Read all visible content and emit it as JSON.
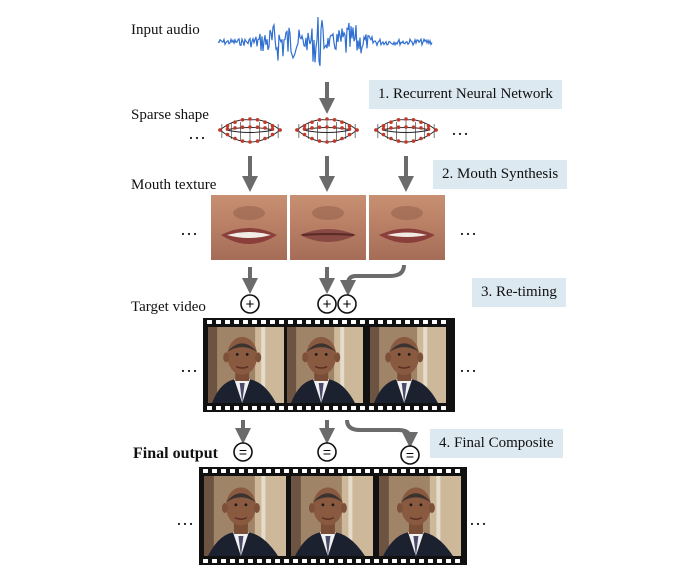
{
  "labels": {
    "input_audio": "Input audio",
    "sparse_shape": "Sparse shape",
    "mouth_texture": "Mouth texture",
    "target_video": "Target video",
    "final_output": "Final output"
  },
  "steps": [
    {
      "label": "1. Recurrent Neural Network"
    },
    {
      "label": "2. Mouth Synthesis"
    },
    {
      "label": "3. Re-timing"
    },
    {
      "label": "4. Final Composite"
    }
  ],
  "ellipsis": "…",
  "operators": {
    "plus": "+",
    "equals": "="
  },
  "colors": {
    "waveform": "#2f6fd1",
    "arrow": "#6b6b6b",
    "step_bg": "#dce9f1",
    "landmark": "#c0392b"
  }
}
